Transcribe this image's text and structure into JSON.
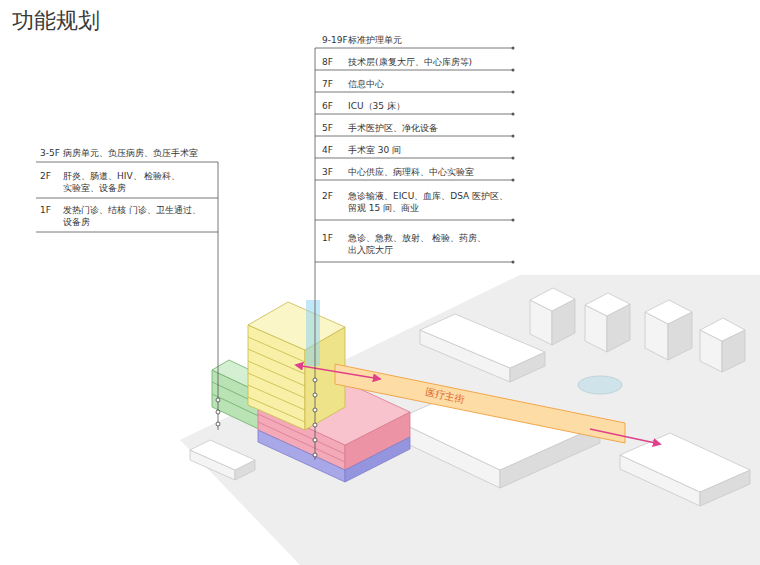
{
  "diagram": {
    "title": "功能规划",
    "labels": [
      "9-19F",
      "标准护理单元",
      "8F",
      "技术层(康复大厅、中心库房等)",
      "7F",
      "信息中心",
      "6F",
      "ICU（35 床）",
      "5F",
      "手术医护区、净化设备",
      "4F",
      "手术室 30 间",
      "3F",
      "中心供应、病理科、中心实验室",
      "2F",
      "急诊输液、EICU、血库、DSA 医护区、留观 15 间、商业",
      "1F",
      "急诊、急救、放射、 检验、药房、出入院大厅",
      "3-5F",
      "病房单元、负压病房、负压手术室",
      "2F",
      "肝炎、肠道、HIV、 检验科、实验室、设备房",
      "1F",
      "发热门诊、结核 门诊、卫生通过、设备房",
      "医疗主街"
    ]
  }
}
